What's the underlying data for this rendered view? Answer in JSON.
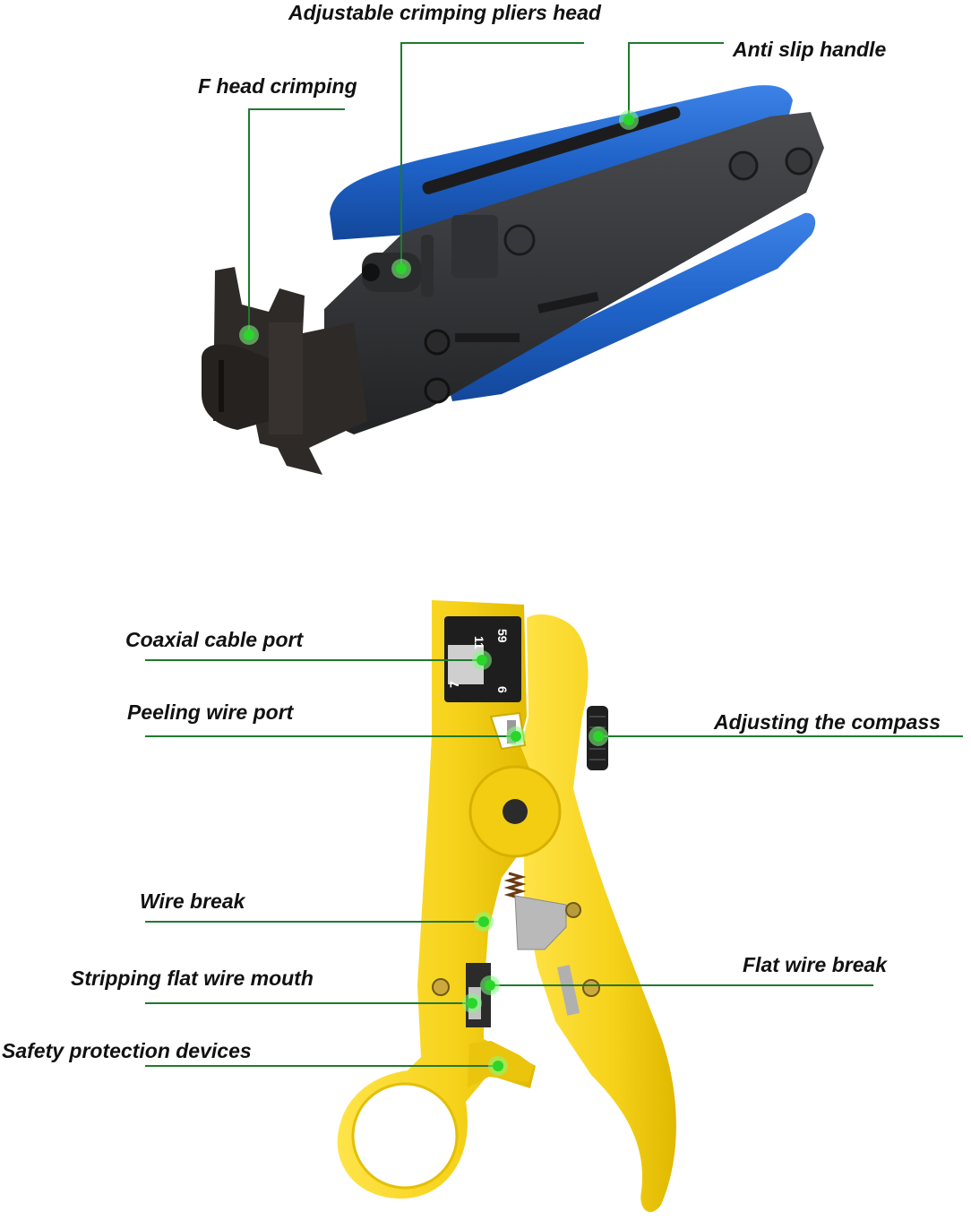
{
  "colors": {
    "handle_blue": "#1f63c9",
    "handle_blue_dark": "#13479a",
    "metal_dark": "#2b2b2d",
    "metal_mid": "#3d3e41",
    "stripper_yellow": "#f6d21a",
    "stripper_yellow_dark": "#d9b400",
    "leader_green": "#1f7a2e",
    "marker_green": "#29d629"
  },
  "tool_1": {
    "name": "coaxial compression crimping tool",
    "labels": {
      "pliers_head": "Adjustable crimping pliers head",
      "handle": "Anti slip handle",
      "f_head": "F head crimping"
    }
  },
  "tool_2": {
    "name": "cable stripper",
    "labels": {
      "coax_port": "Coaxial cable port",
      "peeling_port": "Peeling wire port",
      "compass": "Adjusting the compass",
      "wire_break": "Wire break",
      "flat_mouth": "Stripping flat wire mouth",
      "flat_break": "Flat wire break",
      "safety": "Safety protection devices"
    },
    "gauge_marks": [
      "11",
      "59",
      "7",
      "6"
    ]
  },
  "icons": {
    "crimping_tool": "crimping-tool-icon",
    "stripper_tool": "stripper-tool-icon",
    "marker": "marker-dot-icon"
  }
}
